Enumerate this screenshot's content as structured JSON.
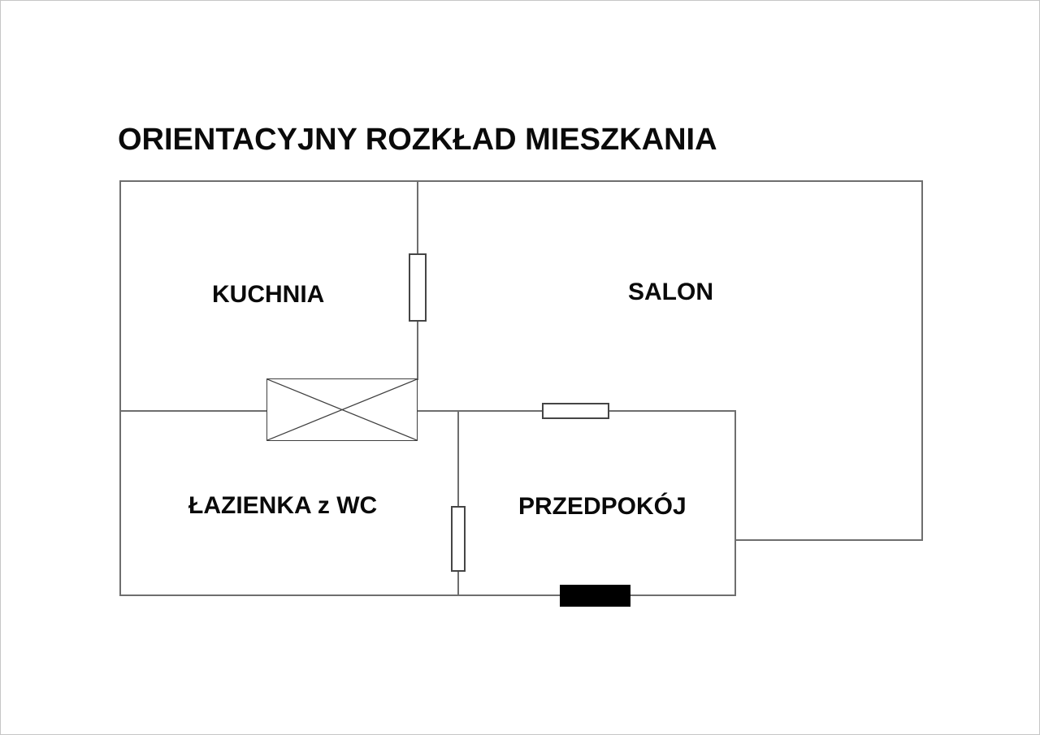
{
  "title": "ORIENTACYJNY ROZKŁAD MIESZKANIA",
  "rooms": {
    "kitchen": {
      "label": "KUCHNIA"
    },
    "salon": {
      "label": "SALON"
    },
    "bathroom": {
      "label": "ŁAZIENKA z WC"
    },
    "hallway": {
      "label": "PRZEDPOKÓJ"
    }
  },
  "symbols": {
    "kitchen_window": "window-symbol",
    "hallway_top_door": "door-opening-symbol",
    "bathroom_door": "door-opening-symbol",
    "vent_shaft": "crossed-box-symbol",
    "entrance_door": "entrance-door-filled-symbol"
  },
  "colors": {
    "background": "#ffffff",
    "wall": "#6e6e6e",
    "symbol_border": "#454545",
    "entrance_fill": "#000000",
    "text": "#0a0a0a",
    "page_border": "#c6c6c6"
  }
}
